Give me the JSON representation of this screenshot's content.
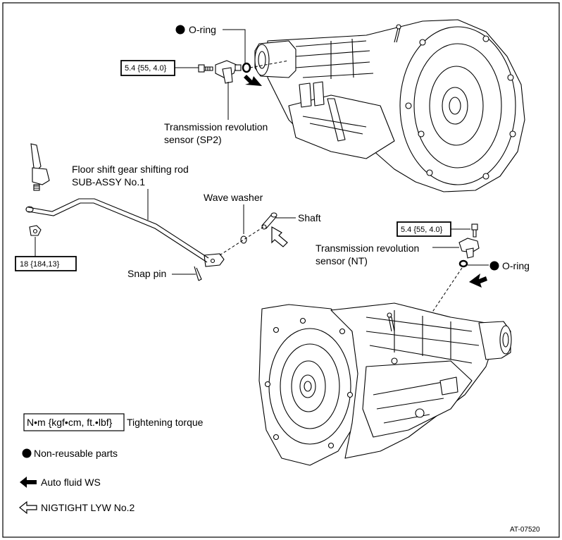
{
  "figure_id": "AT-07520",
  "top_section": {
    "torque_sp2": "5.4 {55, 4.0}",
    "oring_label": "O-ring",
    "sensor_sp2_line1": "Transmission revolution",
    "sensor_sp2_line2": "sensor (SP2)"
  },
  "middle_section": {
    "rod_line1": "Floor shift gear shifting rod",
    "rod_line2": "SUB-ASSY No.1",
    "wave_washer": "Wave washer",
    "shaft": "Shaft",
    "snap_pin": "Snap pin",
    "torque_rod": "18 {184,13}"
  },
  "right_section": {
    "torque_nt": "5.4 {55, 4.0}",
    "sensor_nt_line1": "Transmission revolution",
    "sensor_nt_line2": "sensor (NT)",
    "oring_label": "O-ring"
  },
  "legend": {
    "torque_units": "N•m {kgf•cm, ft.•lbf}",
    "torque_desc": "Tightening torque",
    "non_reusable": "Non-reusable parts",
    "auto_fluid": "Auto fluid WS",
    "nigtight": "NIGTIGHT LYW No.2"
  }
}
